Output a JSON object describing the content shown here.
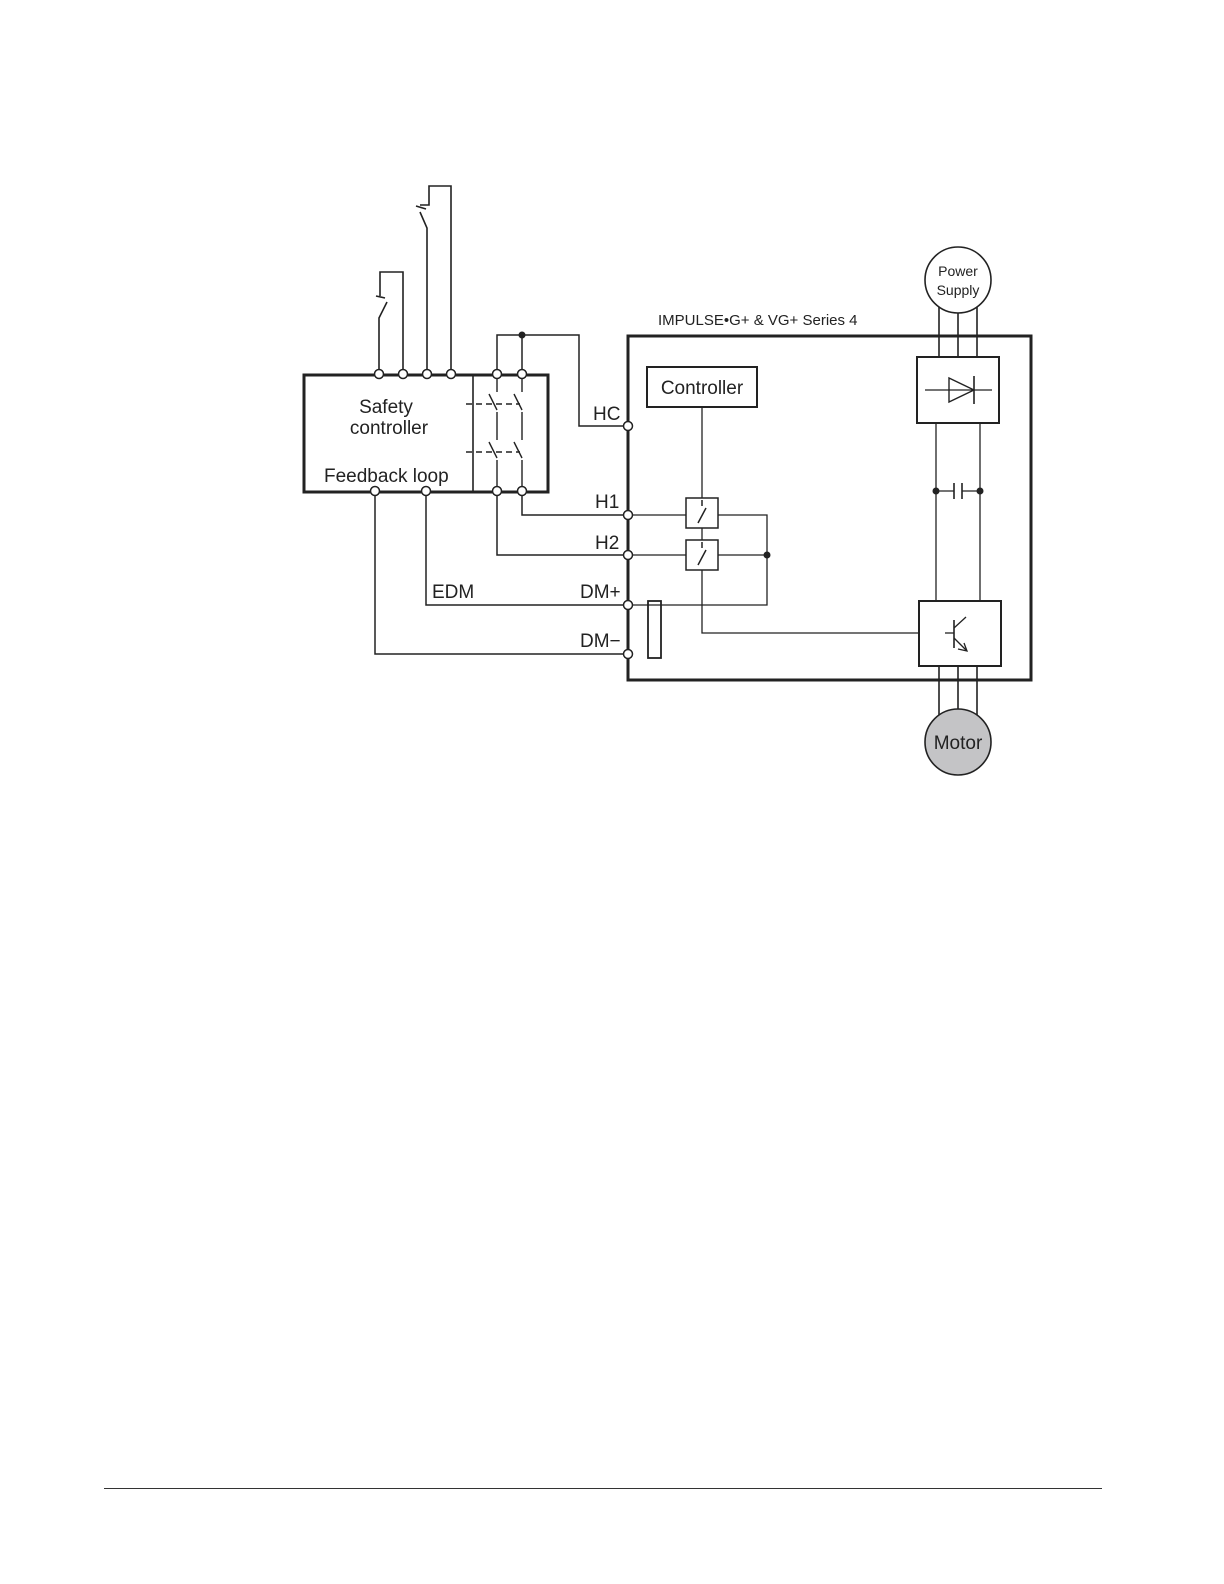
{
  "diagram": {
    "drive_title": "IMPULSE•G+ & VG+ Series 4",
    "safety_controller_label_line1": "Safety",
    "safety_controller_label_line2": "controller",
    "feedback_loop_label": "Feedback loop",
    "controller_label": "Controller",
    "power_supply_line1": "Power",
    "power_supply_line2": "Supply",
    "motor_label": "Motor",
    "terminals": {
      "hc": "HC",
      "h1": "H1",
      "h2": "H2",
      "dm_plus": "DM+",
      "dm_minus": "DM−"
    },
    "edm_label": "EDM"
  },
  "colors": {
    "line": "#222222",
    "motor_fill": "#c4c4c6"
  }
}
